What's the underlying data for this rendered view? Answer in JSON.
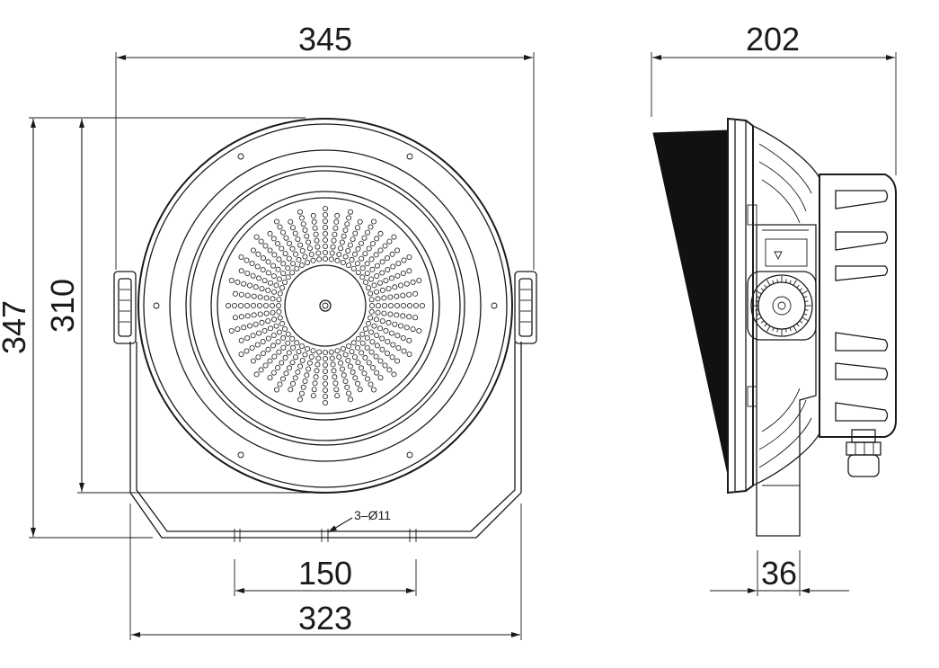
{
  "dimensions": {
    "front_width_top": "345",
    "front_height_total": "347",
    "front_height_body": "310",
    "hole_spacing": "150",
    "bracket_width": "323",
    "hole_note": "3–Ø11",
    "side_depth": "202",
    "bracket_thickness": "36"
  }
}
